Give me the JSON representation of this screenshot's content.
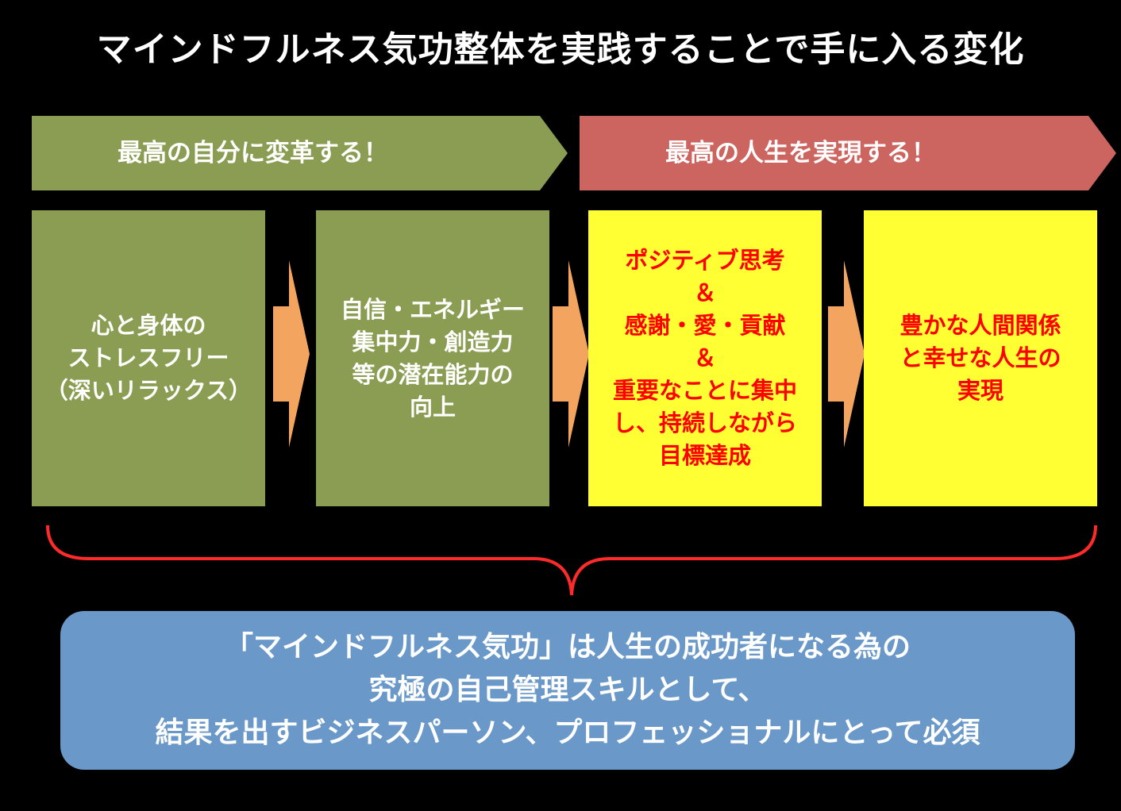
{
  "title": "マインドフルネス気功整体を実践することで手に入る変化",
  "banners": {
    "left": "最高の自分に変革する！",
    "right": "最高の人生を実現する！"
  },
  "steps": [
    {
      "text": "心と身体の\nストレスフリー\n（深いリラックス）",
      "fill": "#8a9d52",
      "text_color": "#ffffff"
    },
    {
      "text": "自信・エネルギー\n集中力・創造力\n等の潜在能力の\n向上",
      "fill": "#8a9d52",
      "text_color": "#ffffff"
    },
    {
      "text": "ポジティブ思考\n＆\n感謝・愛・貢献\n＆\n重要なことに集中\nし、持続しながら\n目標達成",
      "fill": "#ffff33",
      "text_color": "#ff0000"
    },
    {
      "text": "豊かな人間関係\nと幸せな人生の\n実現",
      "fill": "#ffff33",
      "text_color": "#ff0000"
    }
  ],
  "conclusion": {
    "line1": "「マインドフルネス気功」は人生の成功者になる為の",
    "line2": "究極の自己管理スキルとして、",
    "line3": "結果を出すビジネスパーソン、プロフェッショナルにとって必須"
  },
  "colors": {
    "background": "#000000",
    "green": "#8a9d52",
    "red_banner": "#cc6460",
    "yellow": "#ffff33",
    "arrow": "#f3a45e",
    "brace": "#ff2a2a",
    "bottom_box": "#6a98c8"
  }
}
